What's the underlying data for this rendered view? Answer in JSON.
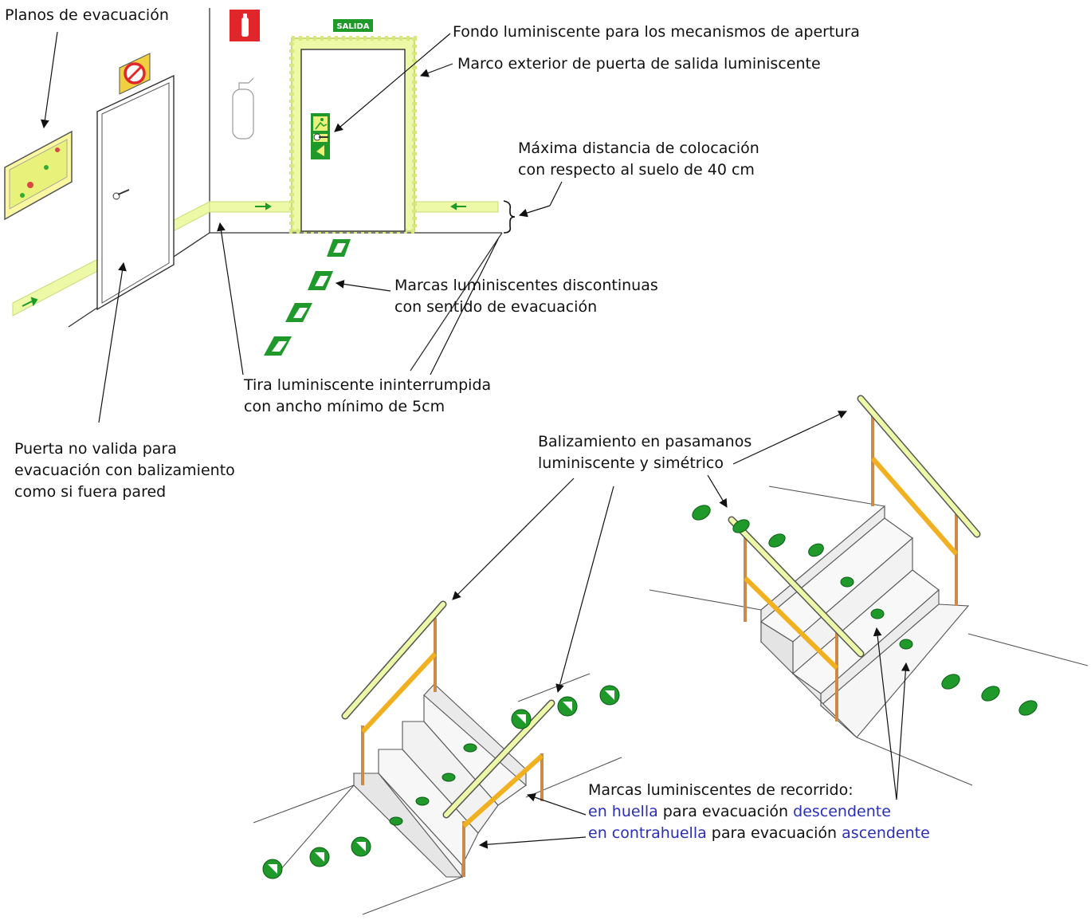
{
  "labels": {
    "planos": "Planos de evacuación",
    "fondo": "Fondo luminiscente para los mecanismos de apertura",
    "marco": "Marco exterior de puerta de salida luminiscente",
    "maxima_1": "Máxima distancia de colocación",
    "maxima_2": "con respecto al suelo de 40 cm",
    "marcas_disc_1": "Marcas luminiscentes discontinuas",
    "marcas_disc_2": "con sentido de evacuación",
    "tira_1": "Tira luminiscente ininterrumpida",
    "tira_2": "con ancho mínimo de 5cm",
    "puerta_1": "Puerta no valida para",
    "puerta_2": "evacuación con balizamiento",
    "puerta_3": "como si fuera pared",
    "baliz_1": "Balizamiento en pasamanos",
    "baliz_2": "luminiscente y simétrico",
    "recorrido_title": "Marcas luminiscentes de recorrido:",
    "huella_a": "en huella",
    "huella_b": " para evacuación ",
    "huella_c": "descendente",
    "contra_a": "en contrahuella",
    "contra_b": " para evacuación ",
    "contra_c": "ascendente"
  },
  "sign_text": "SALIDA",
  "colors": {
    "luminescent": "#eef9a8",
    "luminescent_edge": "#c8dc78",
    "green_sign": "#1f9a2a",
    "handrail_wood": "#c98a4a",
    "handrail_bar": "#f0b020",
    "highlight_blue": "#2a2fb8",
    "fire_red": "#e0262a"
  }
}
